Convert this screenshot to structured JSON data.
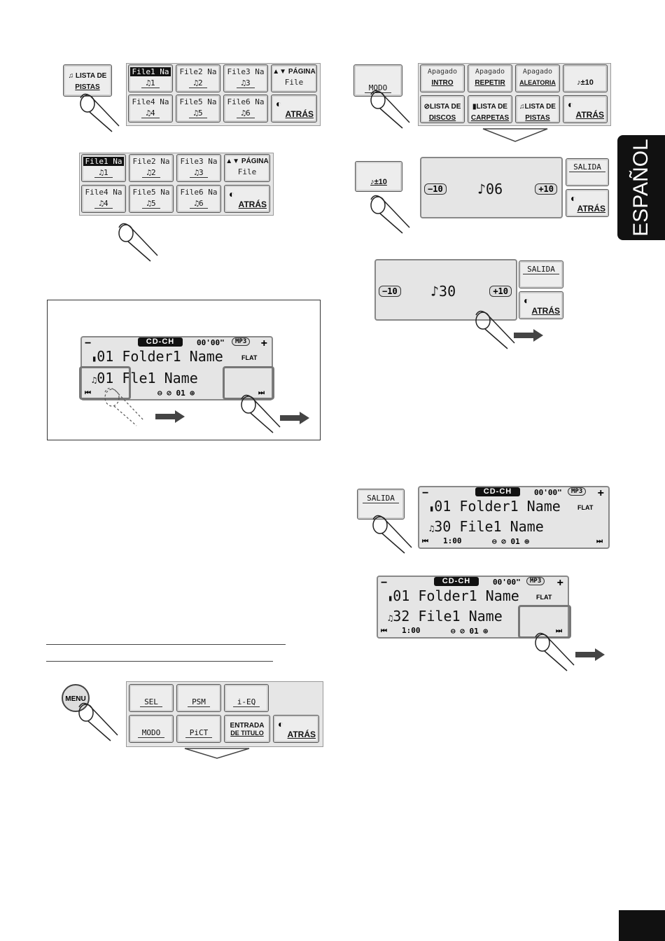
{
  "side_tab": {
    "label": "ESPAÑOL"
  },
  "track_list": {
    "list_button": {
      "line1": "LISTA DE",
      "line2": "PISTAS"
    },
    "files": [
      {
        "name": "File1 Na",
        "num": "1"
      },
      {
        "name": "File2 Na",
        "num": "2"
      },
      {
        "name": "File3 Na",
        "num": "3"
      },
      {
        "name": "File4 Na",
        "num": "4"
      },
      {
        "name": "File5 Na",
        "num": "5"
      },
      {
        "name": "File6 Na",
        "num": "6"
      }
    ],
    "page_button": {
      "line1": "PÁGINA",
      "line2": "File"
    },
    "back_button": {
      "label": "ATRÁS"
    }
  },
  "main_display": {
    "source": "CD-CH",
    "time": "00'00\"",
    "format": "MP3",
    "folder": "01 Folder1 Name",
    "sound_mode": "FLAT",
    "track_partial": "01 F",
    "track_rest": "le1 Name",
    "repeat_num": "01"
  },
  "mode_panel": {
    "mode_button": "MODO",
    "off_label": "Apagado",
    "intro": "INTRO",
    "repetir": "REPETIR",
    "aleatoria": "ALEATORIA",
    "skip": "±10",
    "disc_list": {
      "line1": "LISTA DE",
      "line2": "DISCOS"
    },
    "folder_list": {
      "line1": "LISTA DE",
      "line2": "CARPETAS"
    },
    "track_list": {
      "line1": "LISTA DE",
      "line2": "PISTAS"
    },
    "back": "ATRÁS"
  },
  "skip_panel": {
    "minus": "10",
    "plus": "10",
    "value1": "06",
    "value2": "30",
    "exit": "SALIDA",
    "back": "ATRÁS"
  },
  "result_display_1": {
    "exit_button": "SALIDA",
    "source": "CD-CH",
    "time": "00'00\"",
    "format": "MP3",
    "folder": "01 Folder1 Name",
    "sound_mode": "FLAT",
    "track": "30 File1 Name",
    "elapsed": "1:00",
    "repeat_num": "01"
  },
  "result_display_2": {
    "source": "CD-CH",
    "time": "00'00\"",
    "format": "MP3",
    "folder": "01 Folder1 Name",
    "sound_mode": "FLAT",
    "track": "32 File1 Name",
    "elapsed": "1:00",
    "repeat_num": "01"
  },
  "menu_panel": {
    "menu_key": "MENU",
    "sel": "SEL",
    "psm": "PSM",
    "ieq": "i-EQ",
    "modo": "MODO",
    "pict": "PiCT",
    "entrada": {
      "line1": "ENTRADA",
      "line2": "DE TITULO"
    },
    "back": "ATRÁS"
  }
}
